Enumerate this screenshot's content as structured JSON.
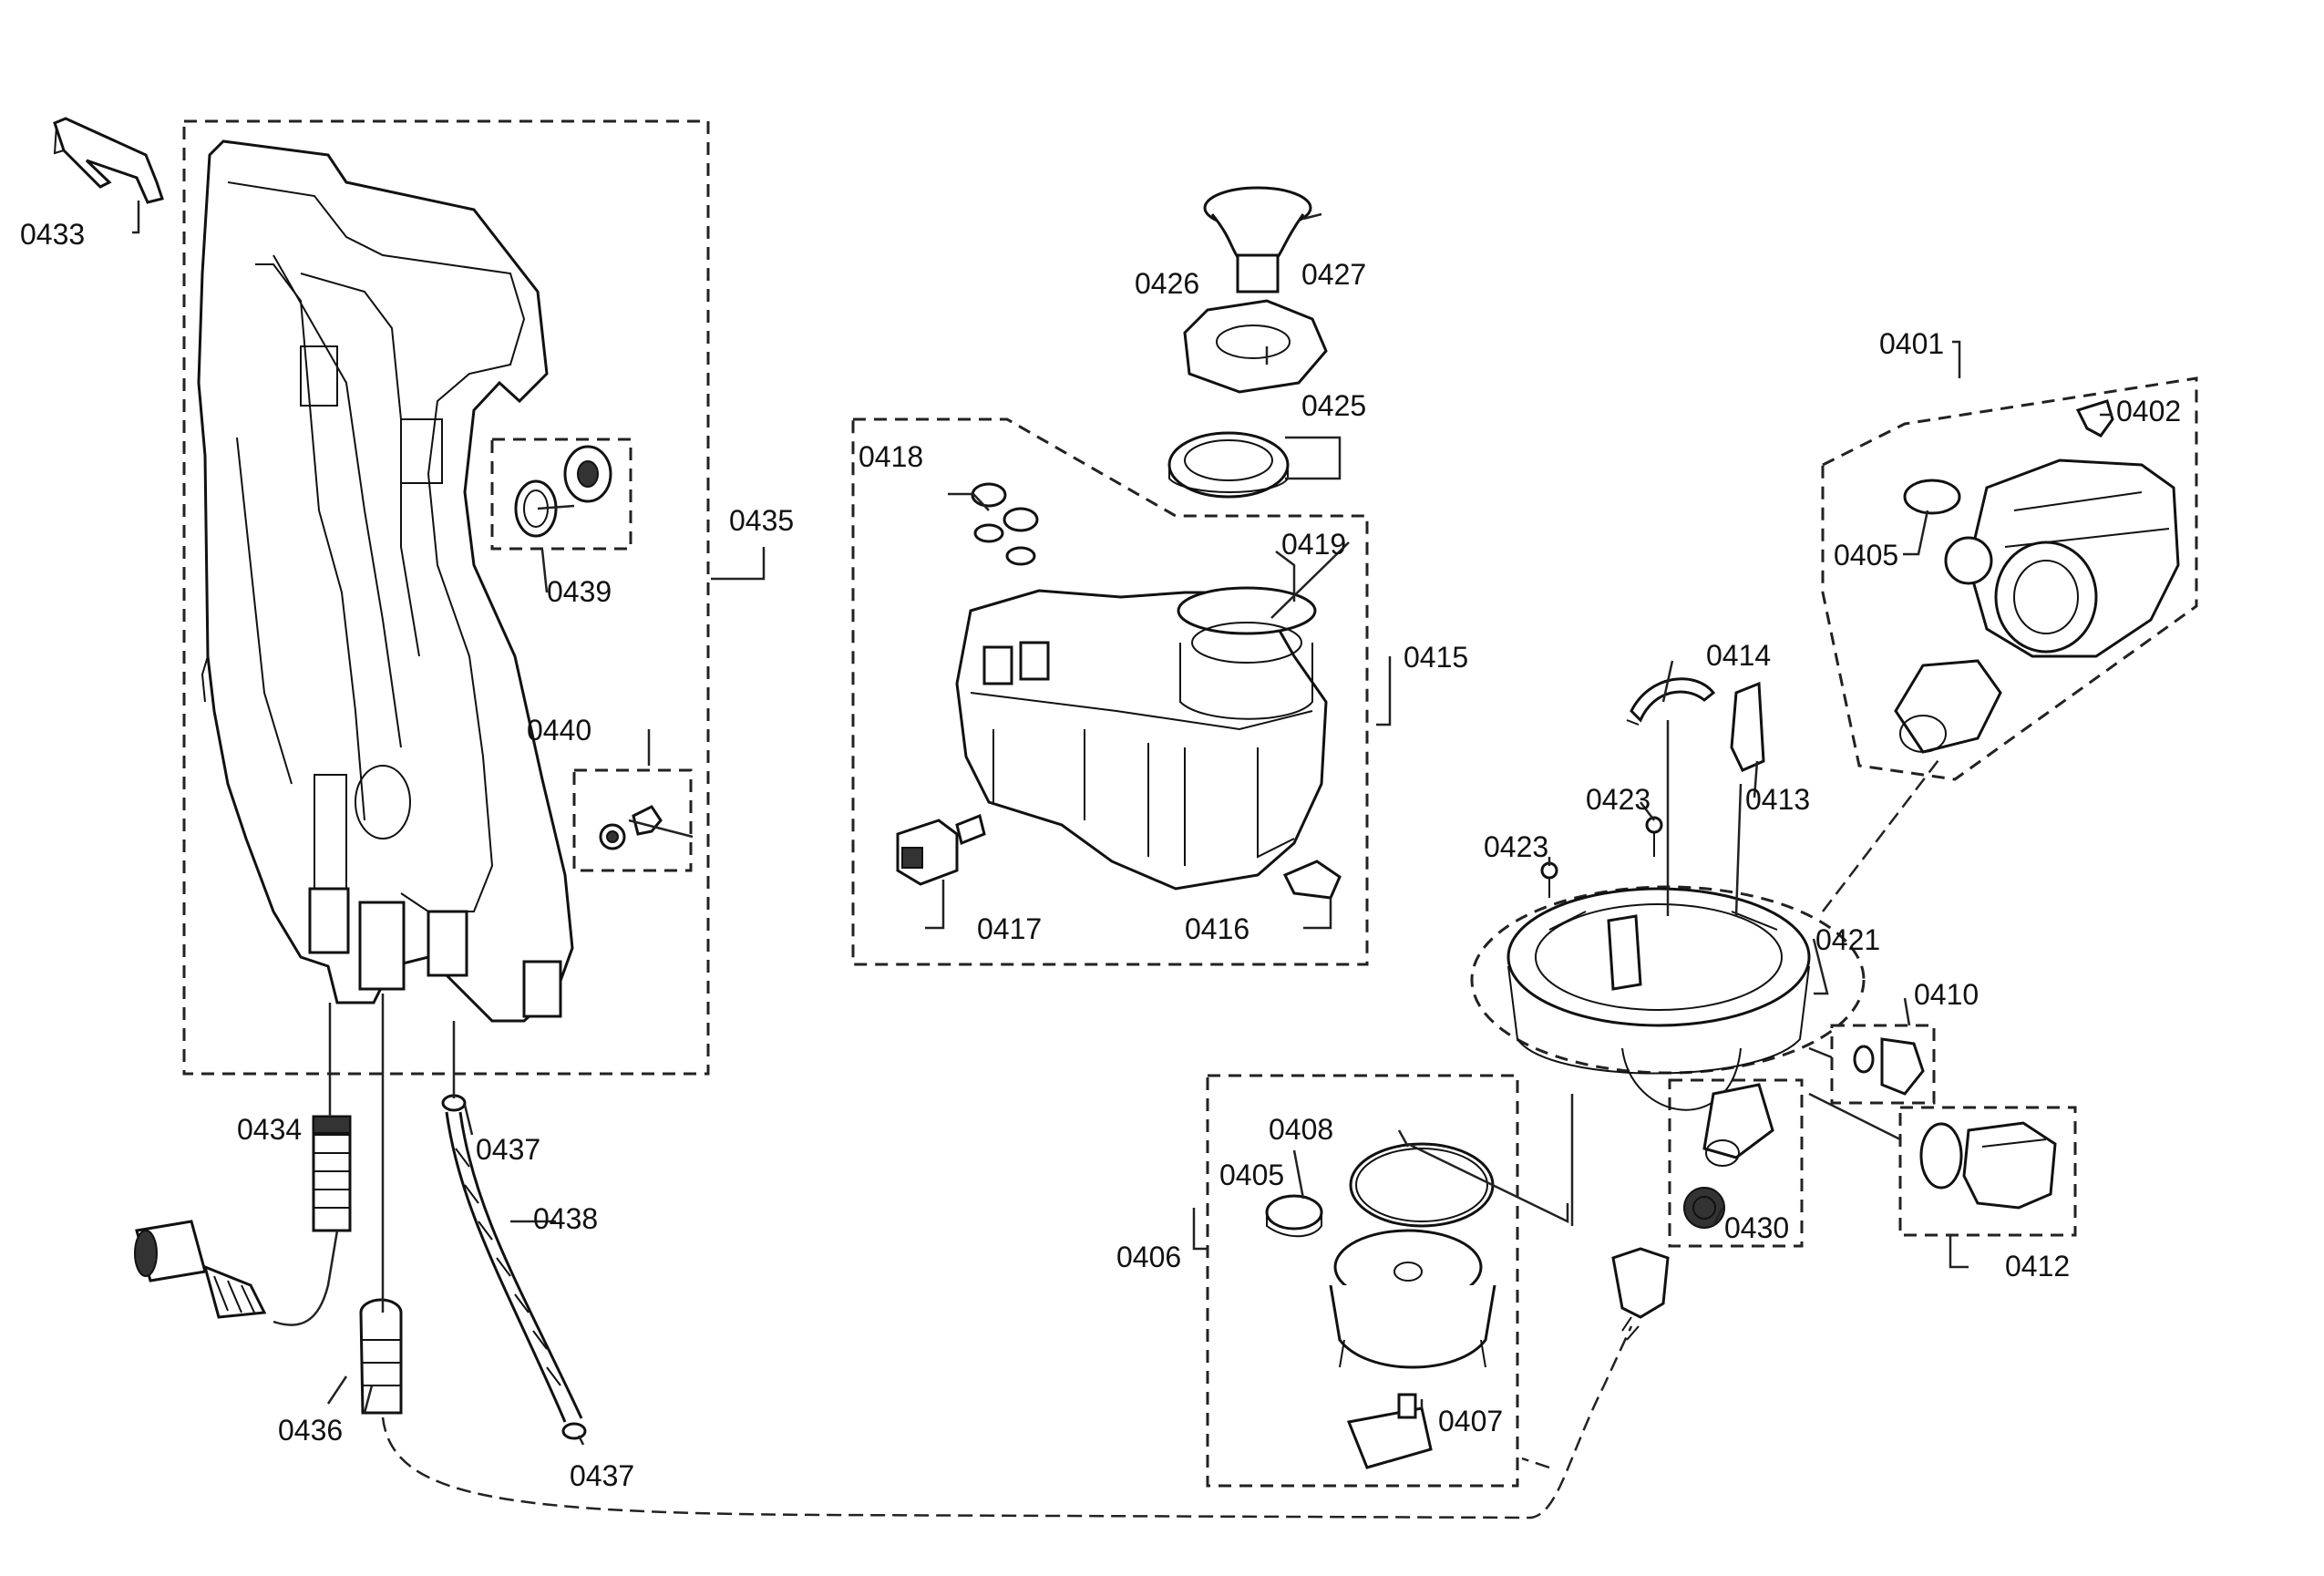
{
  "callouts": {
    "c0401": "0401",
    "c0402": "0402",
    "c0405a": "0405",
    "c0405b": "0405",
    "c0406": "0406",
    "c0407": "0407",
    "c0408": "0408",
    "c0410": "0410",
    "c0412": "0412",
    "c0413": "0413",
    "c0414": "0414",
    "c0415": "0415",
    "c0416": "0416",
    "c0417": "0417",
    "c0418": "0418",
    "c0419": "0419",
    "c0421": "0421",
    "c0423a": "0423",
    "c0423b": "0423",
    "c0425": "0425",
    "c0426": "0426",
    "c0427": "0427",
    "c0430": "0430",
    "c0433": "0433",
    "c0434": "0434",
    "c0435": "0435",
    "c0436": "0436",
    "c0437a": "0437",
    "c0437b": "0437",
    "c0438": "0438",
    "c0439": "0439",
    "c0440": "0440"
  }
}
